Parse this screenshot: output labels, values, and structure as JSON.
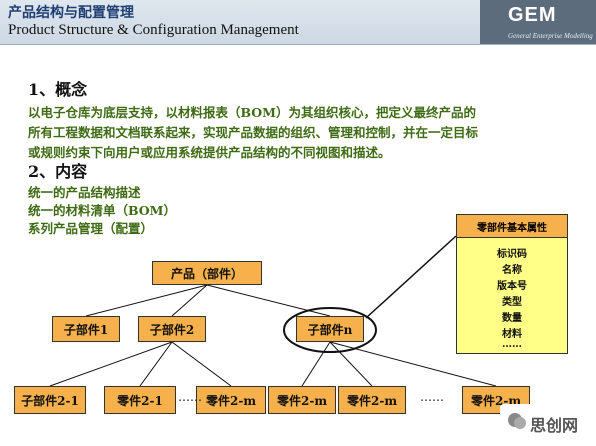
{
  "header": {
    "title_cn": "产品结构与配置管理",
    "title_en": "Product Structure & Configuration Management",
    "logo_text": "GEM",
    "logo_subtitle": "General Enterprise Modelling"
  },
  "section1": {
    "heading": "1、概念",
    "lines": [
      "以电子仓库为底层支持，以材料报表（BOM）为其组织核心，把定义最终产品的",
      "所有工程数据和文档联系起来，实现产品数据的组织、管理和控制，并在一定目标",
      "或规则约束下向用户或应用系统提供产品结构的不同视图和描述。"
    ]
  },
  "section2": {
    "heading": "2、内容",
    "items": [
      "统一的产品结构描述",
      "统一的材料清单（BOM）",
      "系列产品管理（配置）"
    ]
  },
  "diagram": {
    "root": "产品（部件）",
    "level2": [
      "子部件1",
      "子部件2",
      "子部件n"
    ],
    "level3": [
      "子部件2-1",
      "零件2-1",
      "零件2-m",
      "零件2-m",
      "零件2-m",
      "零件2-m"
    ],
    "ellipsis": "……",
    "attributes_title": "零部件基本属性",
    "attributes": [
      "标识码",
      "名称",
      "版本号",
      "类型",
      "数量",
      "材料",
      "……"
    ]
  },
  "watermark": {
    "text": "思创网"
  },
  "colors": {
    "header_bg": "#cdd8e3",
    "title_cn": "#1f3f73",
    "green_text": "#3e6b14",
    "node_fill": "#f7b14c",
    "attr_fill": "#ffff88"
  }
}
